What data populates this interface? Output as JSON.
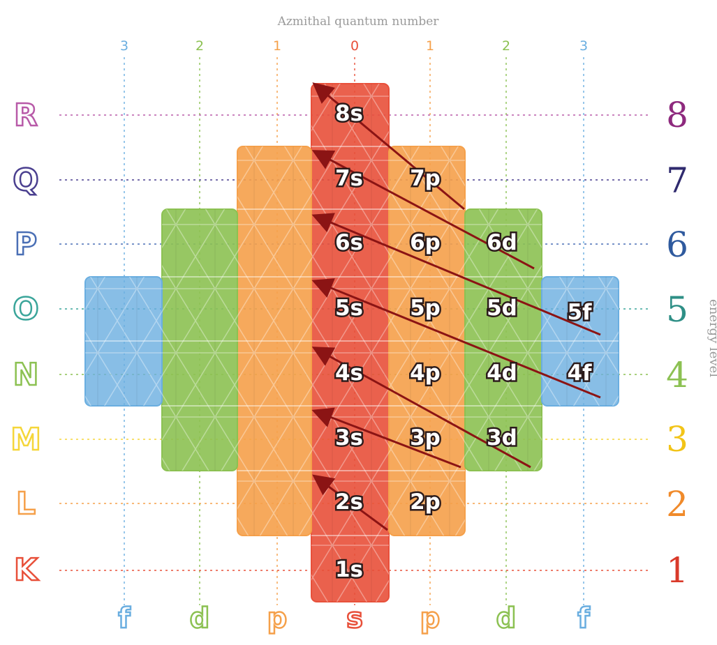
{
  "header": {
    "title": "Azmithal quantum number"
  },
  "top_numbers": [
    "3",
    "2",
    "1",
    "0",
    "1",
    "2",
    "3"
  ],
  "bottom_letters": [
    "f",
    "d",
    "p",
    "s",
    "p",
    "d",
    "f"
  ],
  "shells": [
    "R",
    "Q",
    "P",
    "O",
    "N",
    "M",
    "L",
    "K"
  ],
  "energy_levels": [
    "8",
    "7",
    "6",
    "5",
    "4",
    "3",
    "2",
    "1"
  ],
  "side_label": "energy level",
  "orbitals": [
    "8s",
    "7s",
    "7p",
    "6s",
    "6p",
    "6d",
    "5s",
    "5p",
    "5d",
    "5f",
    "4s",
    "4p",
    "4d",
    "4f",
    "3s",
    "3p",
    "3d",
    "2s",
    "2p",
    "1s"
  ],
  "colors": {
    "s": "#e8503a",
    "p": "#f5a04a",
    "d": "#8cc152",
    "f": "#6aaee0",
    "arrow": "#8b1414",
    "shell_colors": [
      "#b85aa8",
      "#4a3f8f",
      "#4a6fb5",
      "#3aa59a",
      "#8cc152",
      "#f5d63a",
      "#f5a04a",
      "#e8503a"
    ],
    "level_colors": [
      "#8e2a7e",
      "#2f2a6e",
      "#2f5a9e",
      "#2e8f86",
      "#8cc152",
      "#f2c418",
      "#f08a2a",
      "#d93a2a"
    ]
  }
}
